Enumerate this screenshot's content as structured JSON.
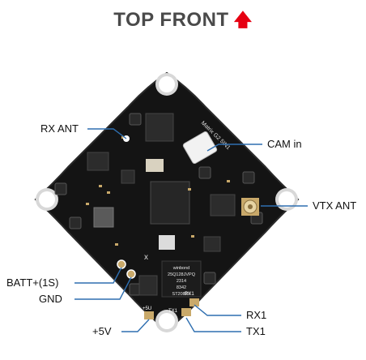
{
  "header": {
    "title": "TOP FRONT",
    "arrow_icon": "up-arrow-icon"
  },
  "board": {
    "chip_text": [
      "winbond",
      "25Q128JVPQ",
      "2314",
      "8342",
      "ST2082V"
    ],
    "silk_text": "Matrix G2 5IN1",
    "silk_short": "x"
  },
  "labels": {
    "rx_ant": "RX ANT",
    "cam_in": "CAM in",
    "vtx_ant": "VTX ANT",
    "batt": "BATT+(1S)",
    "gnd": "GND",
    "rx1": "RX1",
    "tx1": "TX1",
    "v5": "+5V"
  },
  "pad_silk": {
    "v5": "+5U",
    "tx1": "TX1",
    "rx1": "RX1"
  },
  "colors": {
    "pcb": "#141414",
    "callout": "#2f6fb0",
    "accent": "#e60012",
    "pad": "#c9a96a"
  }
}
